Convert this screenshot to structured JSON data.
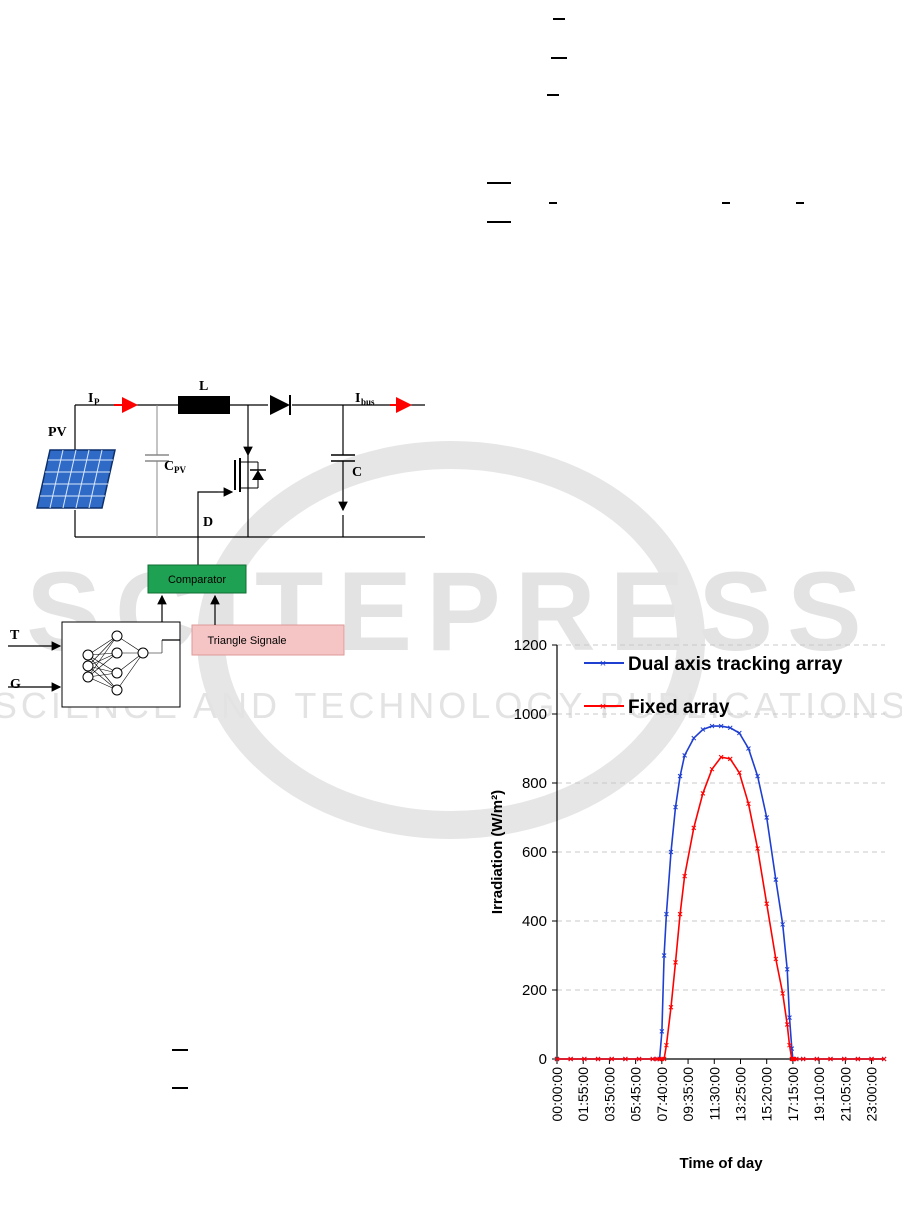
{
  "circuit": {
    "pv_label": "PV",
    "ip_label": "I",
    "ip_sub": "P",
    "l_label": "L",
    "ibus_label": "I",
    "ibus_sub": "bus",
    "cpv_label": "C",
    "cpv_sub": "PV",
    "c_label": "C",
    "d_label": "D",
    "comparator_label": "Comparator",
    "triangle_label": "Triangle Signale",
    "t_label": "T",
    "g_label": "G",
    "colors": {
      "comparator": "#1ea152",
      "triangle": "#f5c4c4",
      "current_arrow": "#ff0000",
      "pv_cell": "#2f6bc6"
    }
  },
  "watermark": {
    "brand": "SCITEPRESS",
    "tagline": "SCIENCE AND TECHNOLOGY PUBLICATIONS",
    "color": "#d9d9d9"
  },
  "chart_data": {
    "type": "line",
    "ylabel": "Irradiation (W/m²)",
    "xlabel": "Time of day",
    "ylim": [
      0,
      1200
    ],
    "yticks": [
      "0",
      "200",
      "400",
      "600",
      "800",
      "1000",
      "1200"
    ],
    "xticks": [
      "00:00:00",
      "01:55:00",
      "03:50:00",
      "05:45:00",
      "07:40:00",
      "09:35:00",
      "11:30:00",
      "13:25:00",
      "15:20:00",
      "17:15:00",
      "19:10:00",
      "21:05:00",
      "23:00:00"
    ],
    "grid": true,
    "legend_position": "top-right",
    "x_minutes": [
      0,
      60,
      120,
      180,
      240,
      300,
      360,
      420,
      440,
      450,
      460,
      470,
      480,
      500,
      520,
      540,
      560,
      600,
      640,
      680,
      720,
      760,
      800,
      840,
      880,
      920,
      960,
      990,
      1010,
      1020,
      1030,
      1035,
      1040,
      1050,
      1080,
      1140,
      1200,
      1260,
      1320,
      1380,
      1435
    ],
    "series": [
      {
        "name": "Dual axis tracking array",
        "color": "#1f3fd1",
        "values": [
          0,
          0,
          0,
          0,
          0,
          0,
          0,
          0,
          0,
          0,
          80,
          300,
          420,
          600,
          730,
          820,
          880,
          930,
          955,
          965,
          965,
          960,
          945,
          900,
          820,
          700,
          520,
          390,
          260,
          120,
          30,
          0,
          0,
          0,
          0,
          0,
          0,
          0,
          0,
          0,
          0
        ]
      },
      {
        "name": "Fixed array",
        "color": "#ff0000",
        "values": [
          0,
          0,
          0,
          0,
          0,
          0,
          0,
          0,
          0,
          0,
          0,
          0,
          40,
          150,
          280,
          420,
          530,
          670,
          770,
          840,
          875,
          870,
          830,
          740,
          610,
          450,
          290,
          190,
          100,
          40,
          0,
          0,
          0,
          0,
          0,
          0,
          0,
          0,
          0,
          0,
          0
        ]
      }
    ]
  }
}
